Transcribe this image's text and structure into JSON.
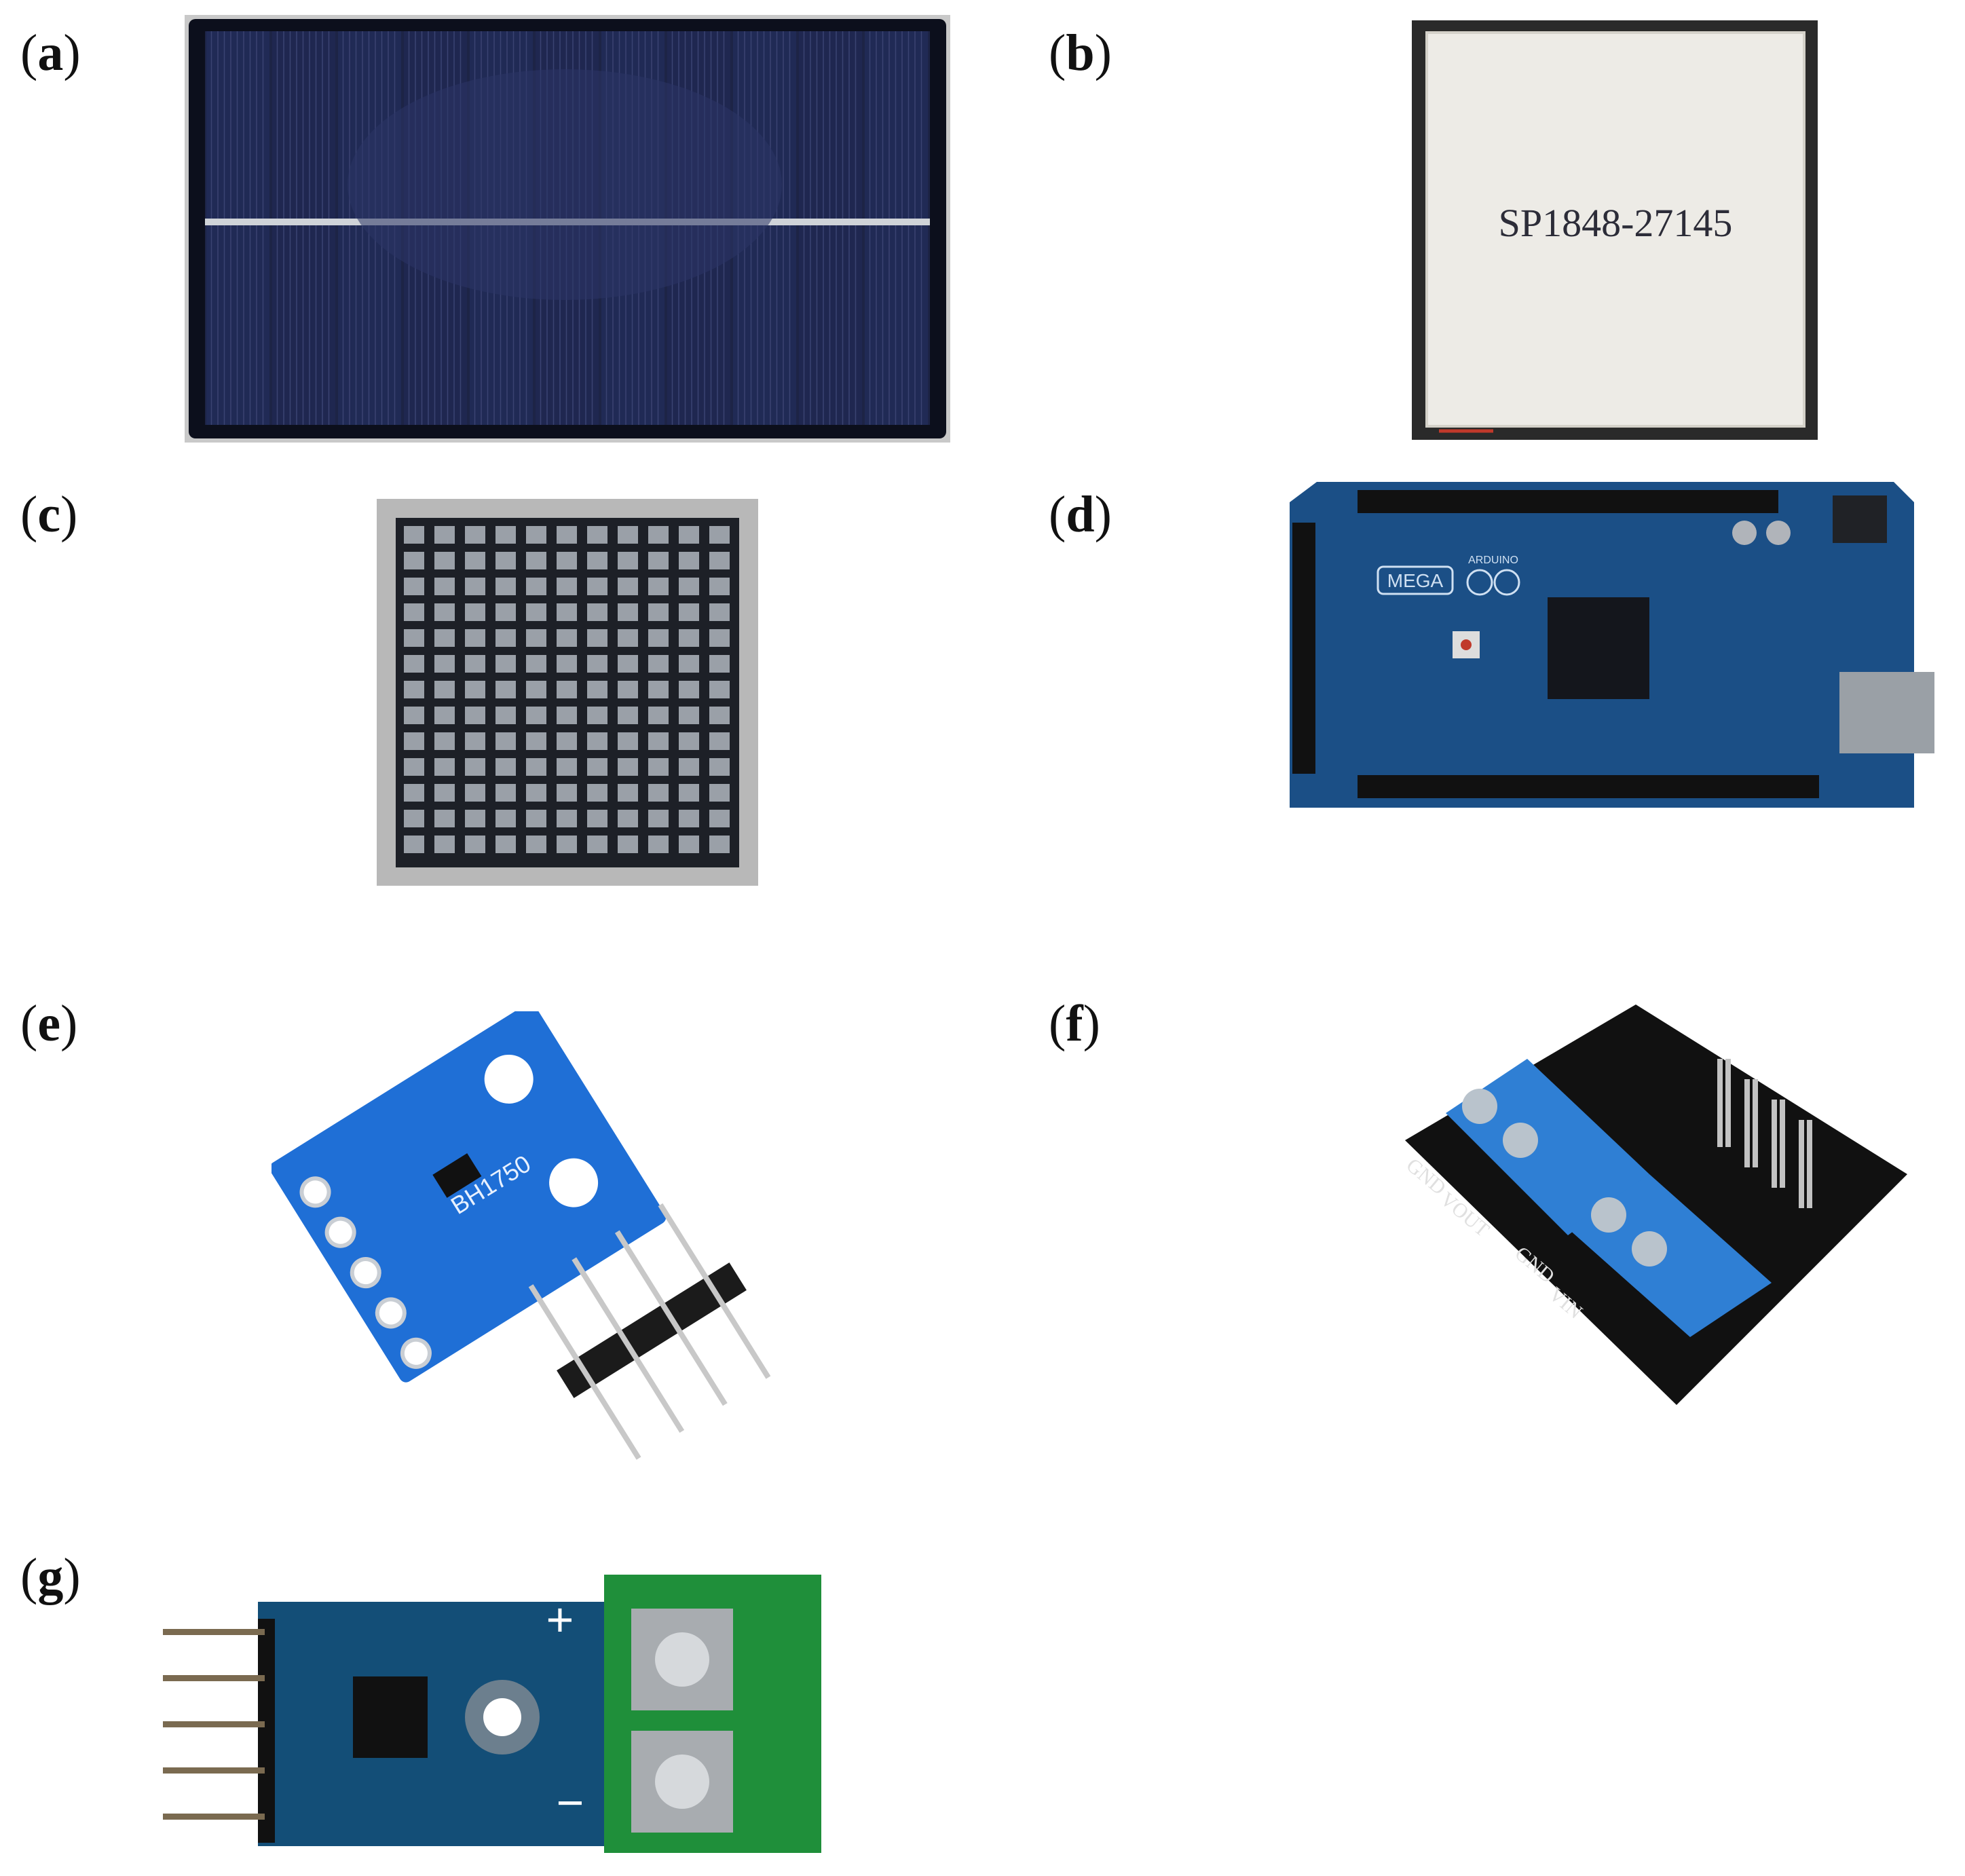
{
  "panels": [
    {
      "id": "a",
      "label_open": "(",
      "letter": "a",
      "label_close": ")"
    },
    {
      "id": "b",
      "label_open": "(",
      "letter": "b",
      "label_close": ")",
      "print": "SP1848-27145"
    },
    {
      "id": "c",
      "label_open": "(",
      "letter": "c",
      "label_close": ")"
    },
    {
      "id": "d",
      "label_open": "(",
      "letter": "d",
      "label_close": ")",
      "brand": "MEGA",
      "maker": "ARDUINO"
    },
    {
      "id": "e",
      "label_open": "(",
      "letter": "e",
      "label_close": ")",
      "chip": "BH1750"
    },
    {
      "id": "f",
      "label_open": "(",
      "letter": "f",
      "label_close": ")",
      "pins": [
        "GND",
        "VOUT",
        "GND",
        "VIN"
      ]
    },
    {
      "id": "g",
      "label_open": "(",
      "letter": "g",
      "label_close": ")",
      "plus": "+",
      "minus": "−"
    }
  ],
  "colors": {
    "solar": "#1a2040",
    "peltier": "#eceae4",
    "heatsink": "#1c1f26",
    "arduino": "#1a4f86",
    "bh1750": "#1f6fd6",
    "module_f": "#111111",
    "terminal": "#2f7fd4",
    "max6675": "#134e77",
    "green_terminal": "#1f8f3a"
  }
}
